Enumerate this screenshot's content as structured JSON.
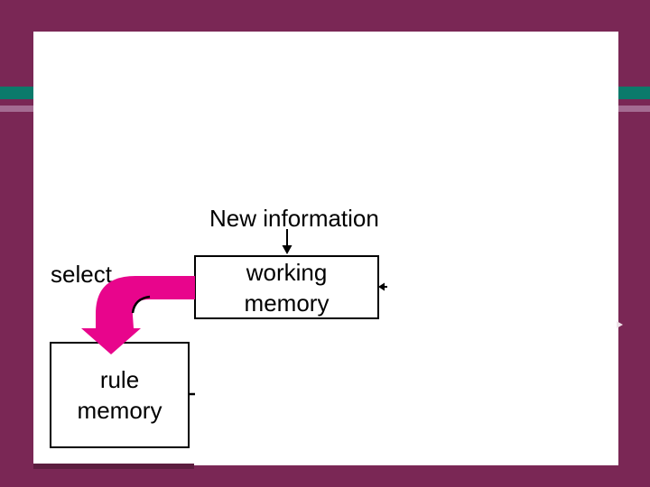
{
  "slide": {
    "labels": {
      "new_information": "New information",
      "select": "select"
    },
    "boxes": {
      "working_memory": {
        "line1": "working",
        "line2": "memory"
      },
      "rule_memory": {
        "line1": "rule",
        "line2": "memory"
      }
    },
    "colors": {
      "background_magenta": "#7A2755",
      "stripe_teal": "#0B7A6B",
      "stripe_mauve": "#A46C92",
      "arrow_pink": "#E8058C",
      "slide_white": "#FFFFFF",
      "ink_black": "#000000",
      "shadow_dark": "#5C1D3F"
    },
    "icons": {
      "down_arrow": "down-arrow-icon",
      "elbow_arrow": "elbow-down-arrow-icon",
      "left_arrowhead": "left-arrowhead-icon",
      "connector_tick": "connector-tick-icon"
    }
  }
}
